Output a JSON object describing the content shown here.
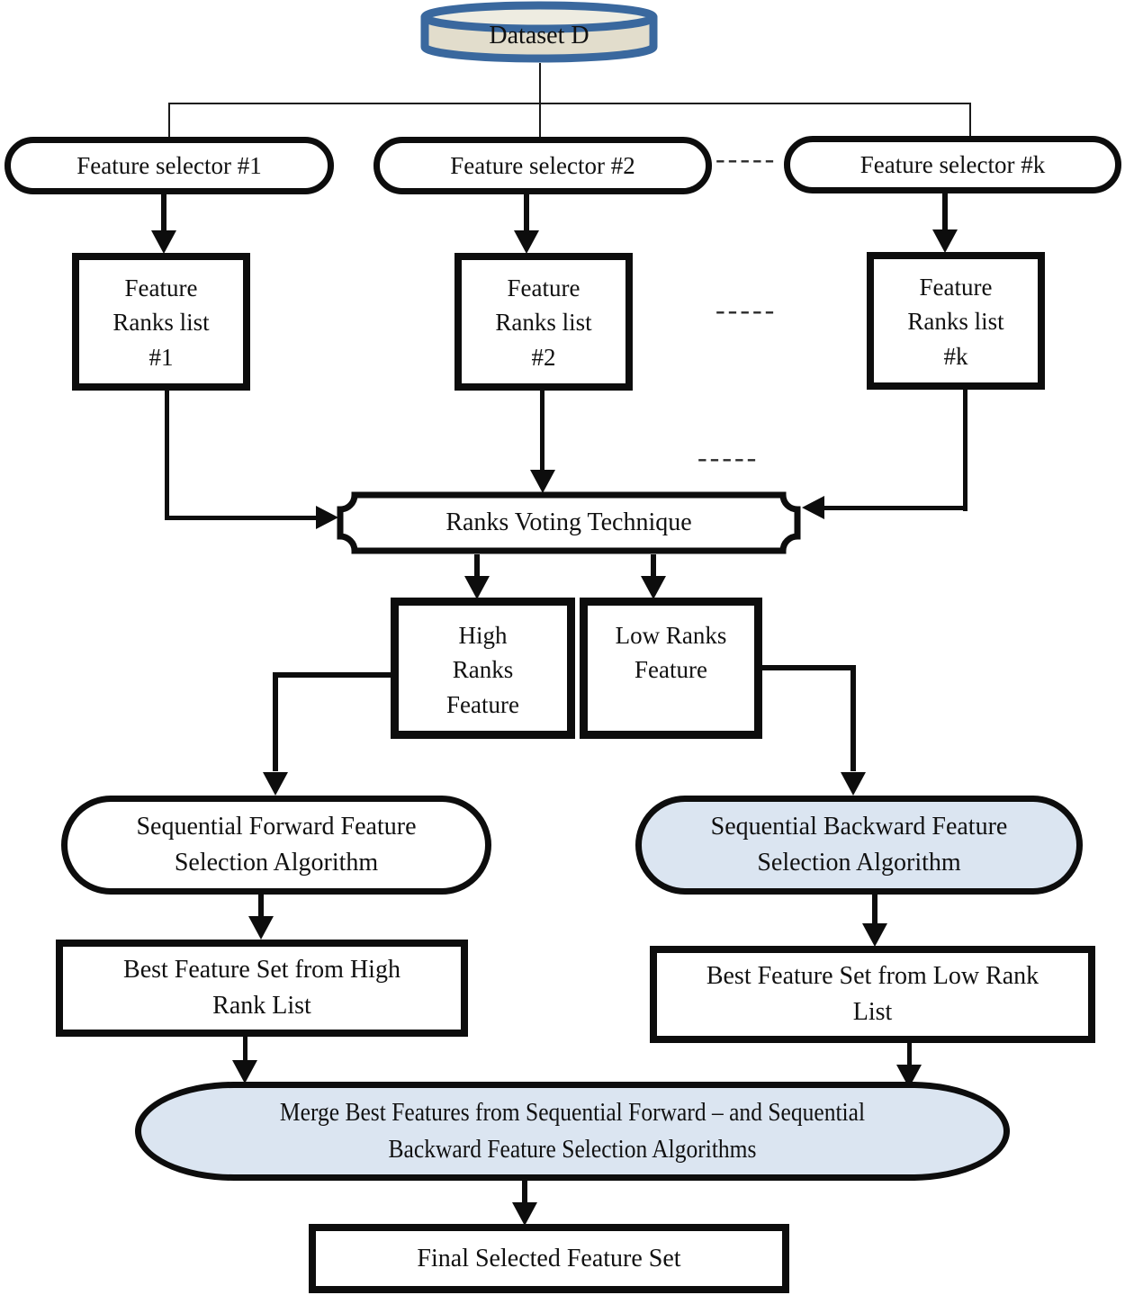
{
  "diagram_title": "Ensemble feature selection flowchart",
  "colors": {
    "line": "#0d0d0d",
    "thin": "#1a1a1a",
    "text": "#111111",
    "node_fill": "#ffffff",
    "highlight_fill": "#dbe5f1",
    "cylinder_fill": "#e2ddcc",
    "cylinder_top_fill": "#eeece1",
    "cylinder_stroke": "#3a689e",
    "background": "#ffffff"
  },
  "dataset": {
    "label": "Dataset D"
  },
  "selectors": {
    "s1": {
      "label": "Feature selector #1"
    },
    "s2": {
      "label": "Feature selector #2"
    },
    "sk": {
      "label": "Feature selector #k"
    }
  },
  "rank_lists": {
    "r1": {
      "label": "Feature\nRanks list\n#1"
    },
    "r2": {
      "label": "Feature\nRanks list\n#2"
    },
    "rk": {
      "label": "Feature\nRanks list\n#k"
    }
  },
  "ellipsis": {
    "selector_row": "-----",
    "ranklist_row": "-----",
    "connector_row": "-----"
  },
  "voting": {
    "label": "Ranks Voting Technique"
  },
  "splits": {
    "high": {
      "label": "High\nRanks\nFeature"
    },
    "low": {
      "label": "Low Ranks\nFeature"
    }
  },
  "algorithms": {
    "forward": {
      "label": "Sequential Forward Feature\nSelection Algorithm"
    },
    "backward": {
      "label": "Sequential Backward Feature\nSelection Algorithm"
    }
  },
  "best_sets": {
    "high": {
      "label": "Best Feature Set from High\nRank List"
    },
    "low": {
      "label": "Best Feature Set from Low Rank\nList"
    }
  },
  "merge": {
    "label": "Merge Best Features from Sequential Forward – and Sequential\nBackward Feature Selection Algorithms"
  },
  "final": {
    "label": "Final Selected Feature Set"
  }
}
